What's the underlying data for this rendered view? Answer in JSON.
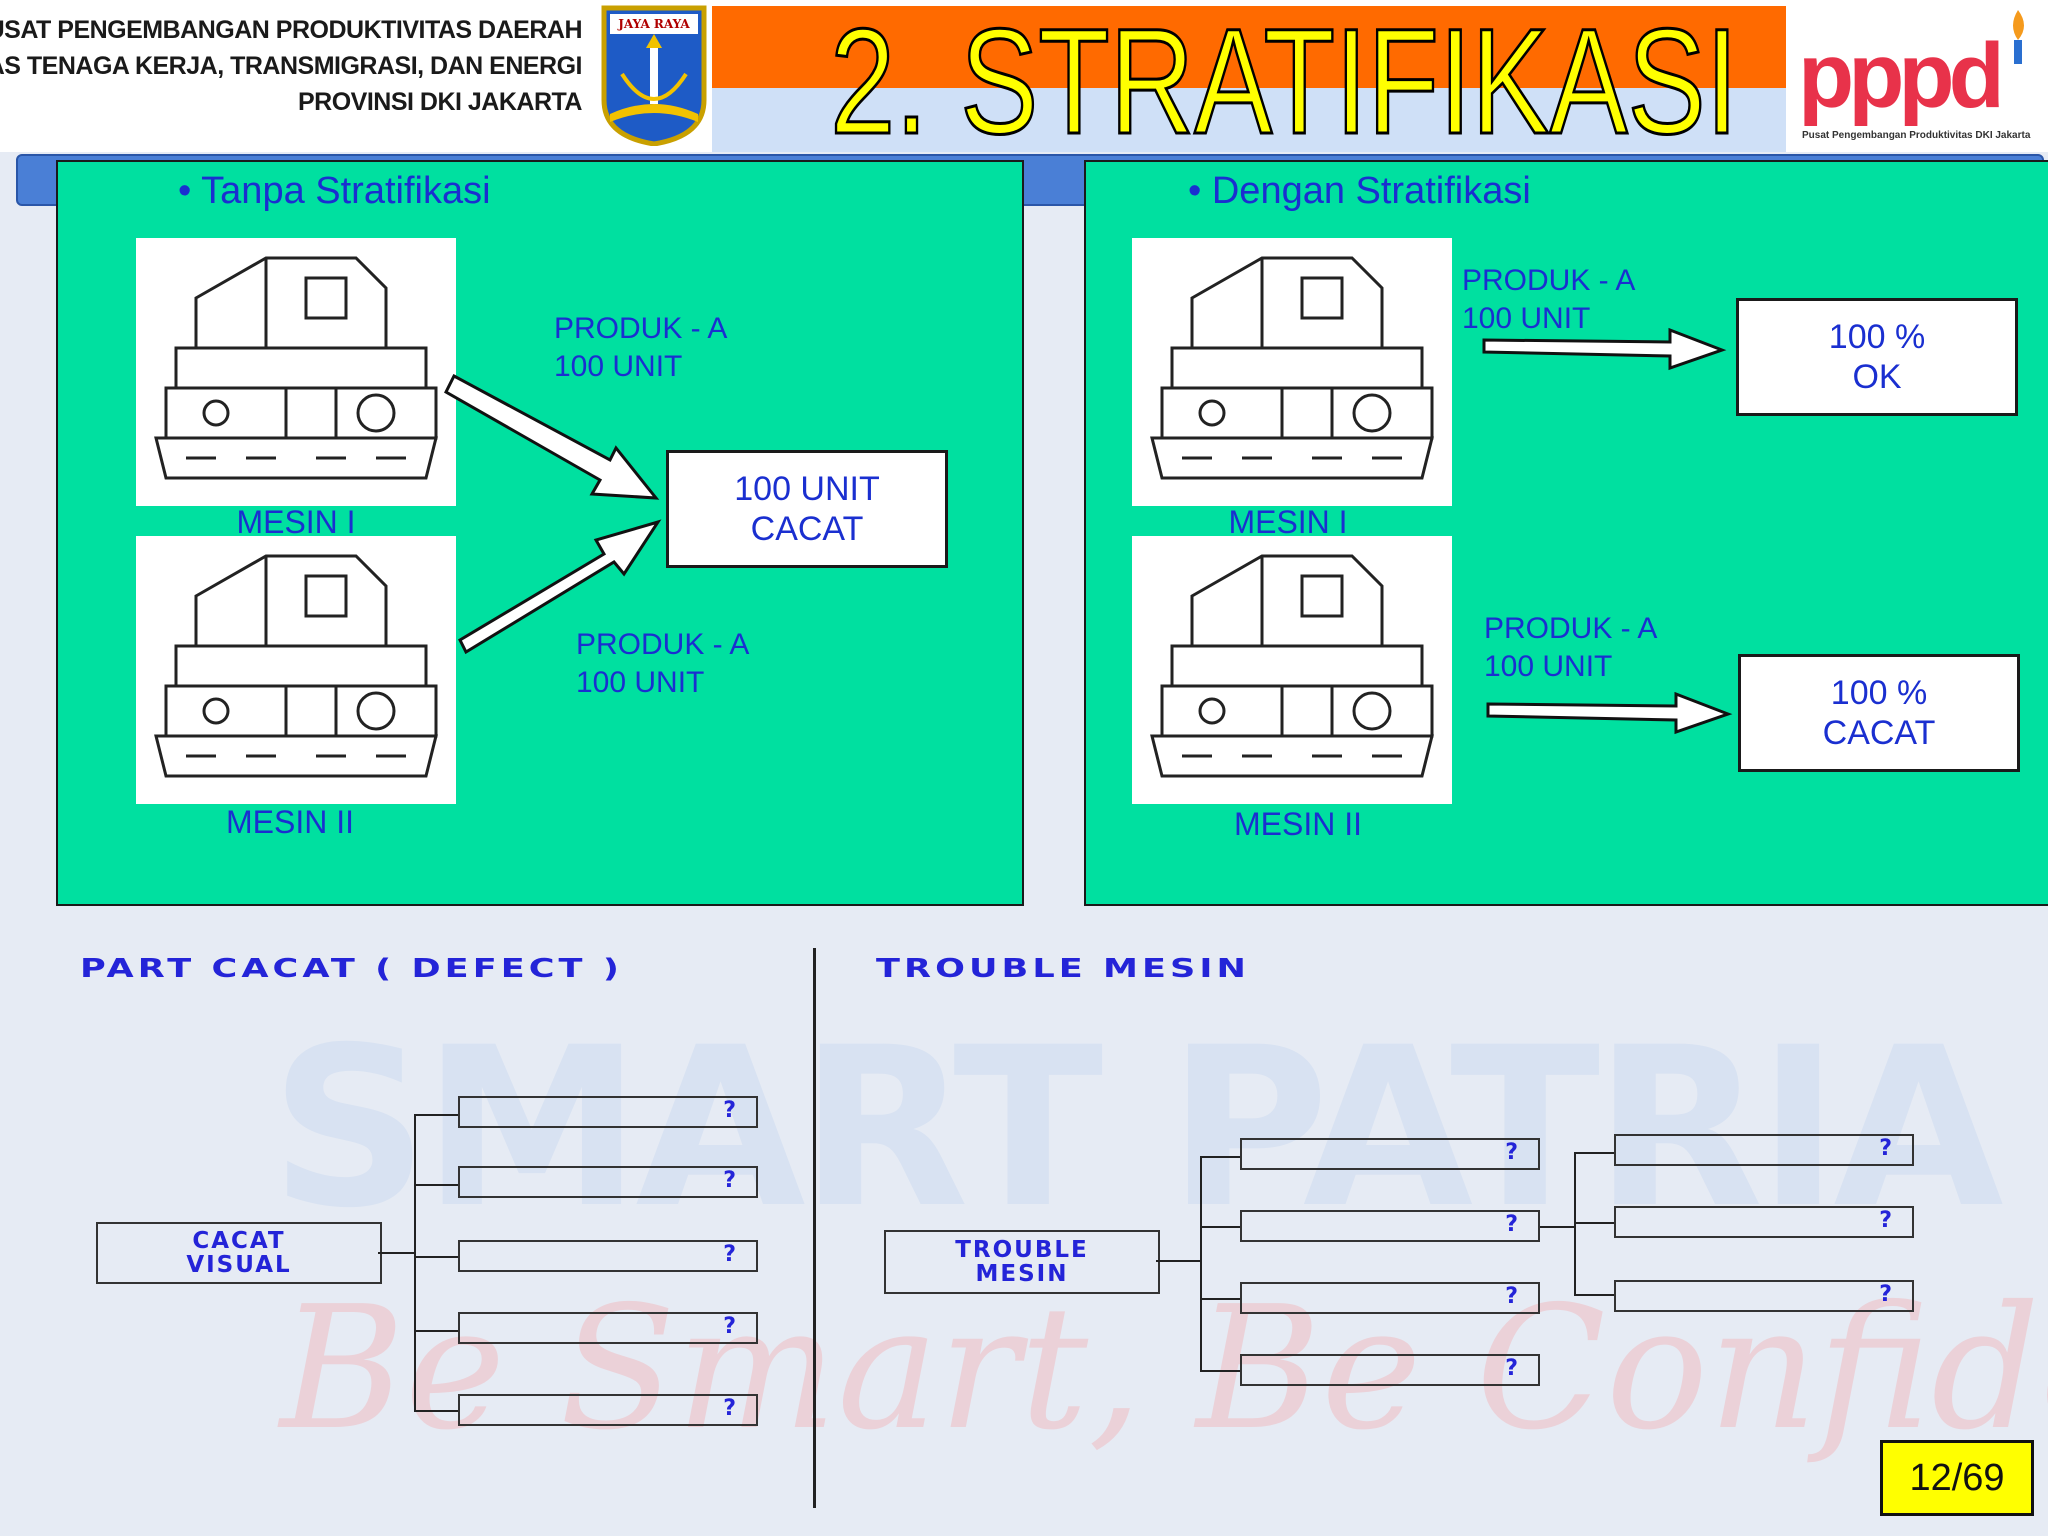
{
  "header": {
    "org_lines": [
      "PUSAT PENGEMBANGAN PRODUKTIVITAS DAERAH",
      "DINAS TENAGA KERJA, TRANSMIGRASI, DAN ENERGI",
      "PROVINSI DKI JAKARTA"
    ],
    "crest_text": "JAYA RAYA",
    "title": "2. STRATIFIKASI",
    "pppd_logo": "pppd",
    "pppd_caption": "Pusat Pengembangan Produktivitas DKI Jakarta"
  },
  "left_panel": {
    "bullet": "• Tanpa Stratifikasi",
    "machine_1_label": "MESIN I",
    "machine_2_label": "MESIN II",
    "product_top": [
      "PRODUK - A",
      "100 UNIT"
    ],
    "product_bottom": [
      "PRODUK - A",
      "100 UNIT"
    ],
    "result": [
      "100 UNIT",
      "CACAT"
    ]
  },
  "right_panel": {
    "bullet": "• Dengan Stratifikasi",
    "machine_1_label": "MESIN I",
    "machine_2_label": "MESIN II",
    "product_top": [
      "PRODUK - A",
      "100 UNIT"
    ],
    "product_bottom": [
      "PRODUK - A",
      "100 UNIT"
    ],
    "result_top": [
      "100 %",
      "OK"
    ],
    "result_bottom": [
      "100 %",
      "CACAT"
    ]
  },
  "tree_left": {
    "title": "PART CACAT ( DEFECT )",
    "root": [
      "CACAT",
      "VISUAL"
    ],
    "branches": [
      "?",
      "?",
      "?",
      "?",
      "?"
    ]
  },
  "tree_right": {
    "title": "TROUBLE MESIN",
    "root": [
      "TROUBLE",
      "MESIN"
    ],
    "branches": [
      "?",
      "?",
      "?",
      "?"
    ],
    "sub_branches": [
      "?",
      "?",
      "?"
    ]
  },
  "watermark": {
    "brand": "SMART PATRIA",
    "slogan": "Be Smart, Be Confident"
  },
  "page_number": "12/69",
  "colors": {
    "panel": "#00e0a0",
    "title_fill": "#ffff00",
    "title_band": "#ff6a00",
    "text_blue": "#1a2fd0"
  }
}
